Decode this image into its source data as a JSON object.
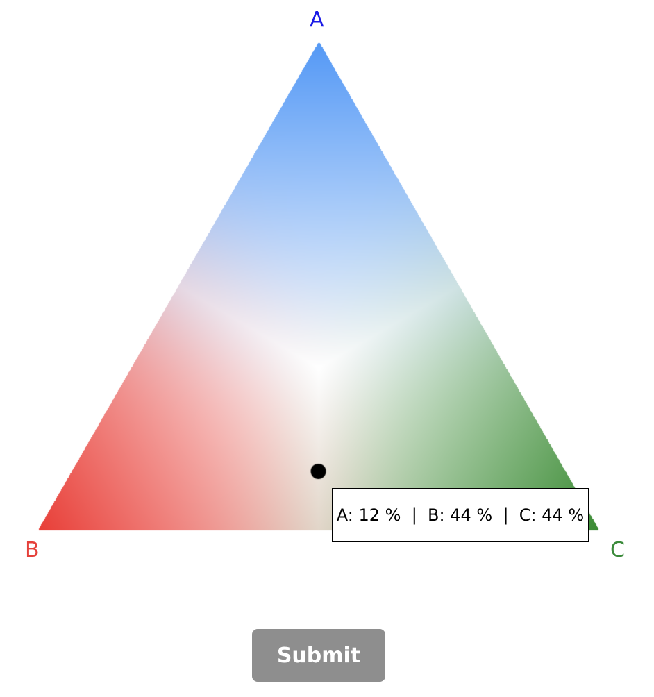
{
  "vertices": {
    "a": {
      "label": "A",
      "color": "#1a1ae6"
    },
    "b": {
      "label": "B",
      "color": "#e5403a"
    },
    "c": {
      "label": "C",
      "color": "#3a8a3a"
    }
  },
  "composition": {
    "a": 12,
    "b": 44,
    "c": 44
  },
  "readout": {
    "text": "A: 12 %  |  B: 44 %  |  C: 44 %"
  },
  "gradient": {
    "a_color": "#5599f5",
    "b_color": "#e83f38",
    "c_color": "#3b8b34",
    "center_color": "#ffffff"
  },
  "marker": {
    "color": "#000000"
  },
  "submit": {
    "label": "Submit",
    "background": "#8e8e8e",
    "enabled": false
  }
}
